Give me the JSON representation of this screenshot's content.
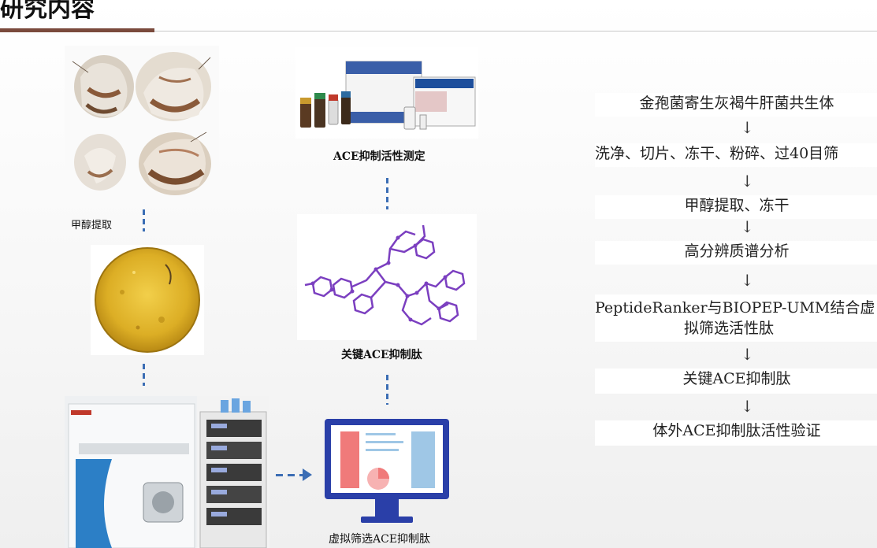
{
  "header": {
    "title": "研究内容"
  },
  "left_column": {
    "step_label": "甲醇提取"
  },
  "middle_column": {
    "ace_assay_label": "ACE抑制活性测定",
    "key_peptide_label": "关键ACE抑制肽",
    "virtual_screen_label": "虚拟筛选ACE抑制肽"
  },
  "flowchart": {
    "steps": [
      "金孢菌寄生灰褐牛肝菌共生体",
      "洗净、切片、冻干、粉碎、过40目筛",
      "甲醇提取、冻干",
      "高分辨质谱分析",
      "PeptideRanker与BIOPEP-UMM结合虚",
      "拟筛选活性肽",
      "关键ACE抑制肽",
      "体外ACE抑制肽活性验证"
    ],
    "arrow_glyph": "↓"
  },
  "colors": {
    "accent_bar": "#7a4a3c",
    "arrow": "#3b6db4",
    "molecule": "#7b3fc0"
  },
  "icons": {
    "monitor": "monitor-icon",
    "molecule": "molecule-icon"
  }
}
